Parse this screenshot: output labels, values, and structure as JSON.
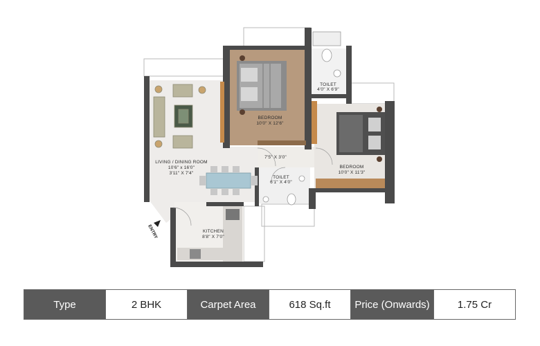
{
  "rooms": {
    "bedroom1": {
      "name": "BEDROOM",
      "dims": "10'0\" X 12'6\""
    },
    "toilet1": {
      "name": "TOILET",
      "dims": "4'0\" X 6'9\""
    },
    "bedroom2": {
      "name": "BEDROOM",
      "dims": "10'0\" X 11'3\""
    },
    "living": {
      "name": "LIVING / DINING ROOM",
      "dims1": "10'6\" x 16'0\"",
      "dims2": "3'11\" X 7'4\""
    },
    "passage": {
      "dims": "7'5\" X 3'0\""
    },
    "toilet2": {
      "name": "TOILET",
      "dims": "6'1\" X 4'0\""
    },
    "kitchen": {
      "name": "KITCHEN",
      "dims": "8'8\" X 7'0\""
    }
  },
  "entry_label": "ENTRY",
  "specs": {
    "type_label": "Type",
    "type_value": "2 BHK",
    "area_label": "Carpet  Area",
    "area_value": "618 Sq.ft",
    "price_label": "Price (Onwards)",
    "price_value": "1.75 Cr"
  }
}
